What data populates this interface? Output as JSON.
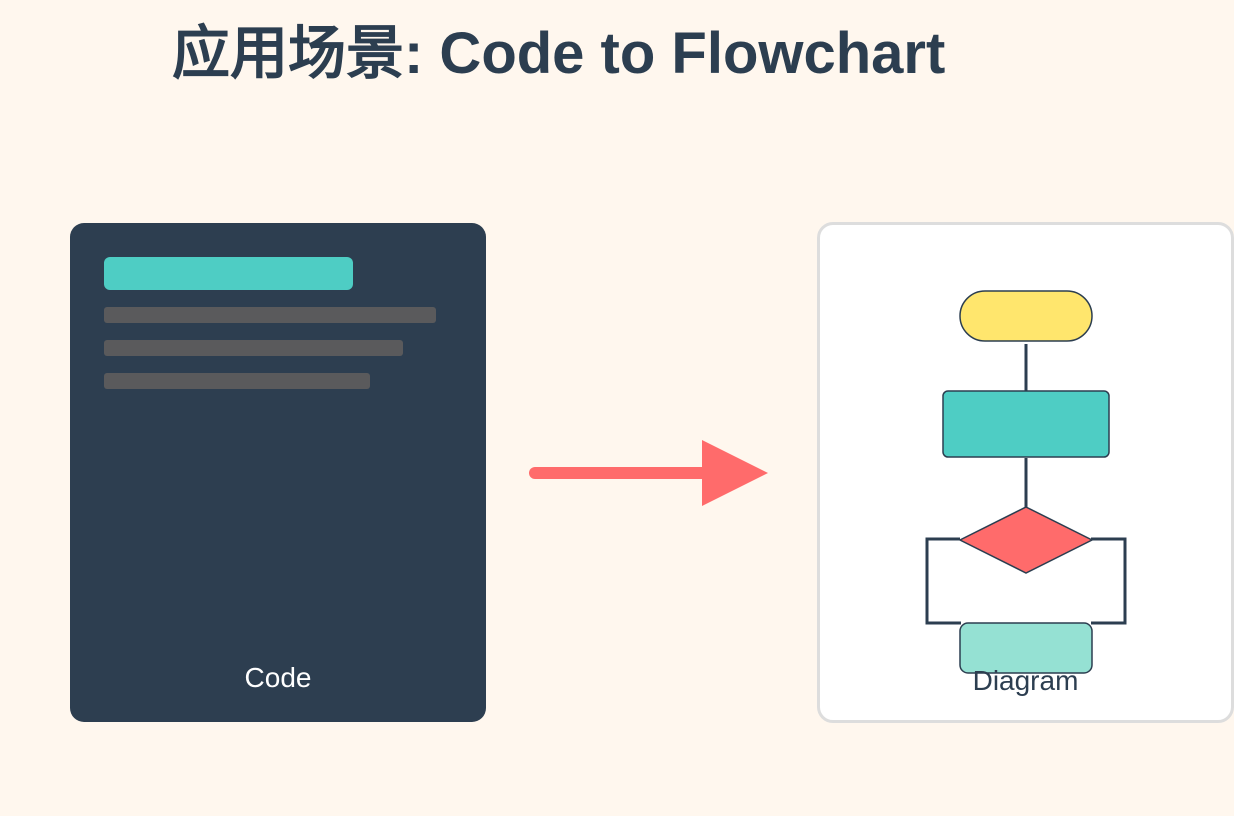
{
  "title": "应用场景: Code to Flowchart",
  "code_panel": {
    "label": "Code",
    "icon": "code-document-icon"
  },
  "transform": {
    "icon": "right-arrow-icon"
  },
  "diagram_panel": {
    "label": "Diagram",
    "icon": "flowchart-icon"
  },
  "colors": {
    "background": "#fff7ee",
    "title_text": "#2c3e50",
    "code_card": "#2d3e50",
    "code_header": "#4ecdc4",
    "code_lines": "#5a5a5c",
    "arrow": "#ff6b6b",
    "start_node": "#ffe66d",
    "process_node": "#4ecdc4",
    "decision_node": "#ff6b6b",
    "end_node": "#95e1d3",
    "connector": "#2c3e50"
  }
}
